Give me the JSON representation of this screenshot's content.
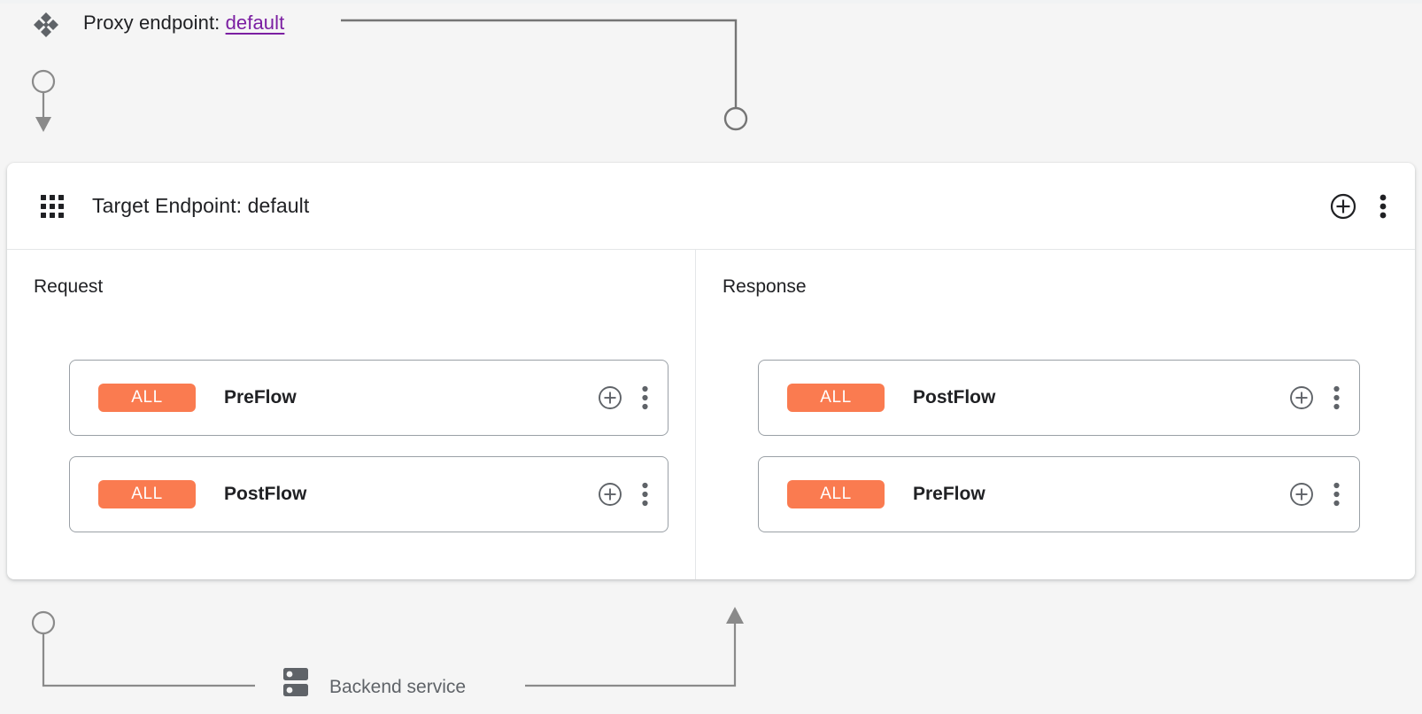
{
  "colors": {
    "page_background": "#f5f5f5",
    "panel_background": "#ffffff",
    "badge_orange": "#fa7b50",
    "link_purple": "#7b1fa2",
    "connector_gray": "#80868b",
    "text_primary": "#202124",
    "text_secondary": "#5f6368",
    "card_border": "#9aa0a6"
  },
  "proxy": {
    "icon": "proxy-endpoint-icon",
    "label_prefix": "Proxy endpoint:",
    "endpoint_name": "default"
  },
  "target_panel": {
    "icon": "grid-apps-icon",
    "title": "Target Endpoint: default",
    "actions": [
      {
        "icon": "add-circle-icon",
        "name": "add-policy-button"
      },
      {
        "icon": "more-vert-icon",
        "name": "more-options-button"
      }
    ],
    "columns": [
      {
        "key": "request",
        "title": "Request",
        "direction": "down",
        "flows": [
          {
            "badge": "ALL",
            "name": "PreFlow"
          },
          {
            "badge": "ALL",
            "name": "PostFlow"
          }
        ]
      },
      {
        "key": "response",
        "title": "Response",
        "direction": "up",
        "flows": [
          {
            "badge": "ALL",
            "name": "PostFlow"
          },
          {
            "badge": "ALL",
            "name": "PreFlow"
          }
        ]
      }
    ]
  },
  "backend": {
    "icon": "server-stack-icon",
    "label": "Backend service"
  },
  "card_actions": {
    "add": "add-circle-icon",
    "more": "more-vert-icon"
  }
}
